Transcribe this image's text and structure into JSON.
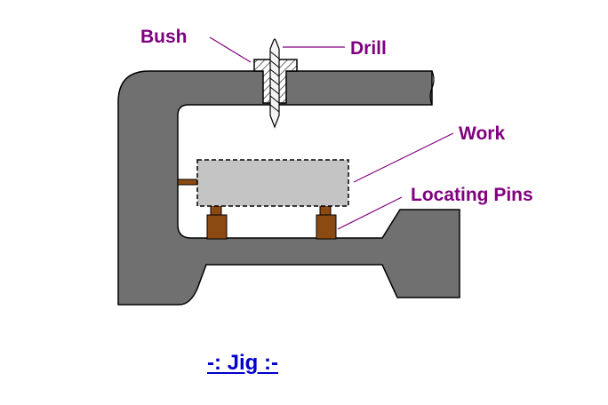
{
  "labels": {
    "bush": "Bush",
    "drill": "Drill",
    "work": "Work",
    "locating_pins": "Locating Pins"
  },
  "caption": "-: Jig :-",
  "colors": {
    "body_fill": "#707070",
    "outline": "#000000",
    "work_fill": "#c4c4c4",
    "pin_fill": "#8a4a12",
    "bush_fill": "#d8d8d8",
    "label_text": "#800080",
    "leader_line": "#800080",
    "caption_text": "#0000cc"
  }
}
